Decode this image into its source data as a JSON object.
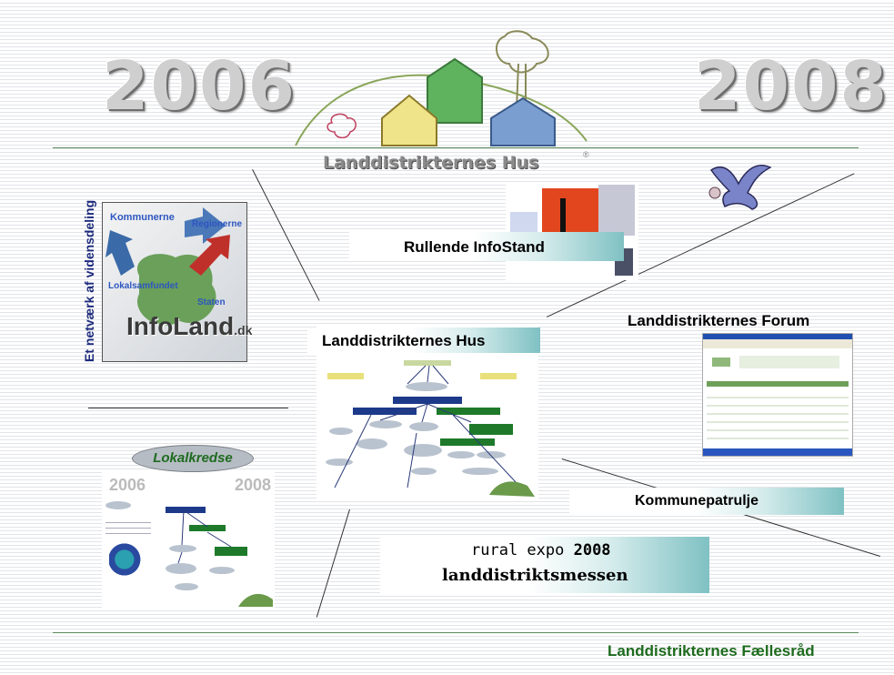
{
  "header": {
    "year_left": "2006",
    "year_right": "2008",
    "logo_title": "Landdistrikternes Hus"
  },
  "sections": {
    "infostand": "Rullende InfoStand",
    "hus": "Landdistrikternes Hus",
    "forum": "Landdistrikternes Forum",
    "kommune": "Kommunepatrulje",
    "expo_line1_prefix": "rural expo ",
    "expo_line1_year": "2008",
    "expo_line2": "landdistriktsmessen",
    "lokalkredse": "Lokalkredse"
  },
  "infoland": {
    "vertical": "Et netværk af vidensdeling",
    "kommunerne": "Kommunerne",
    "regionerne": "Regionerne",
    "lokal": "Lokalsamfundet",
    "staten": "Staten",
    "brand": "InfoLand",
    "brand_suffix": ".dk"
  },
  "mini_diagram": {
    "year_left": "2006",
    "year_right": "2008"
  },
  "footer": {
    "org": "Landdistrikternes Fællesråd"
  },
  "colors": {
    "teal": "#7fc1c3",
    "green_text": "#1e6b1e",
    "navy": "#1c2a7c"
  }
}
